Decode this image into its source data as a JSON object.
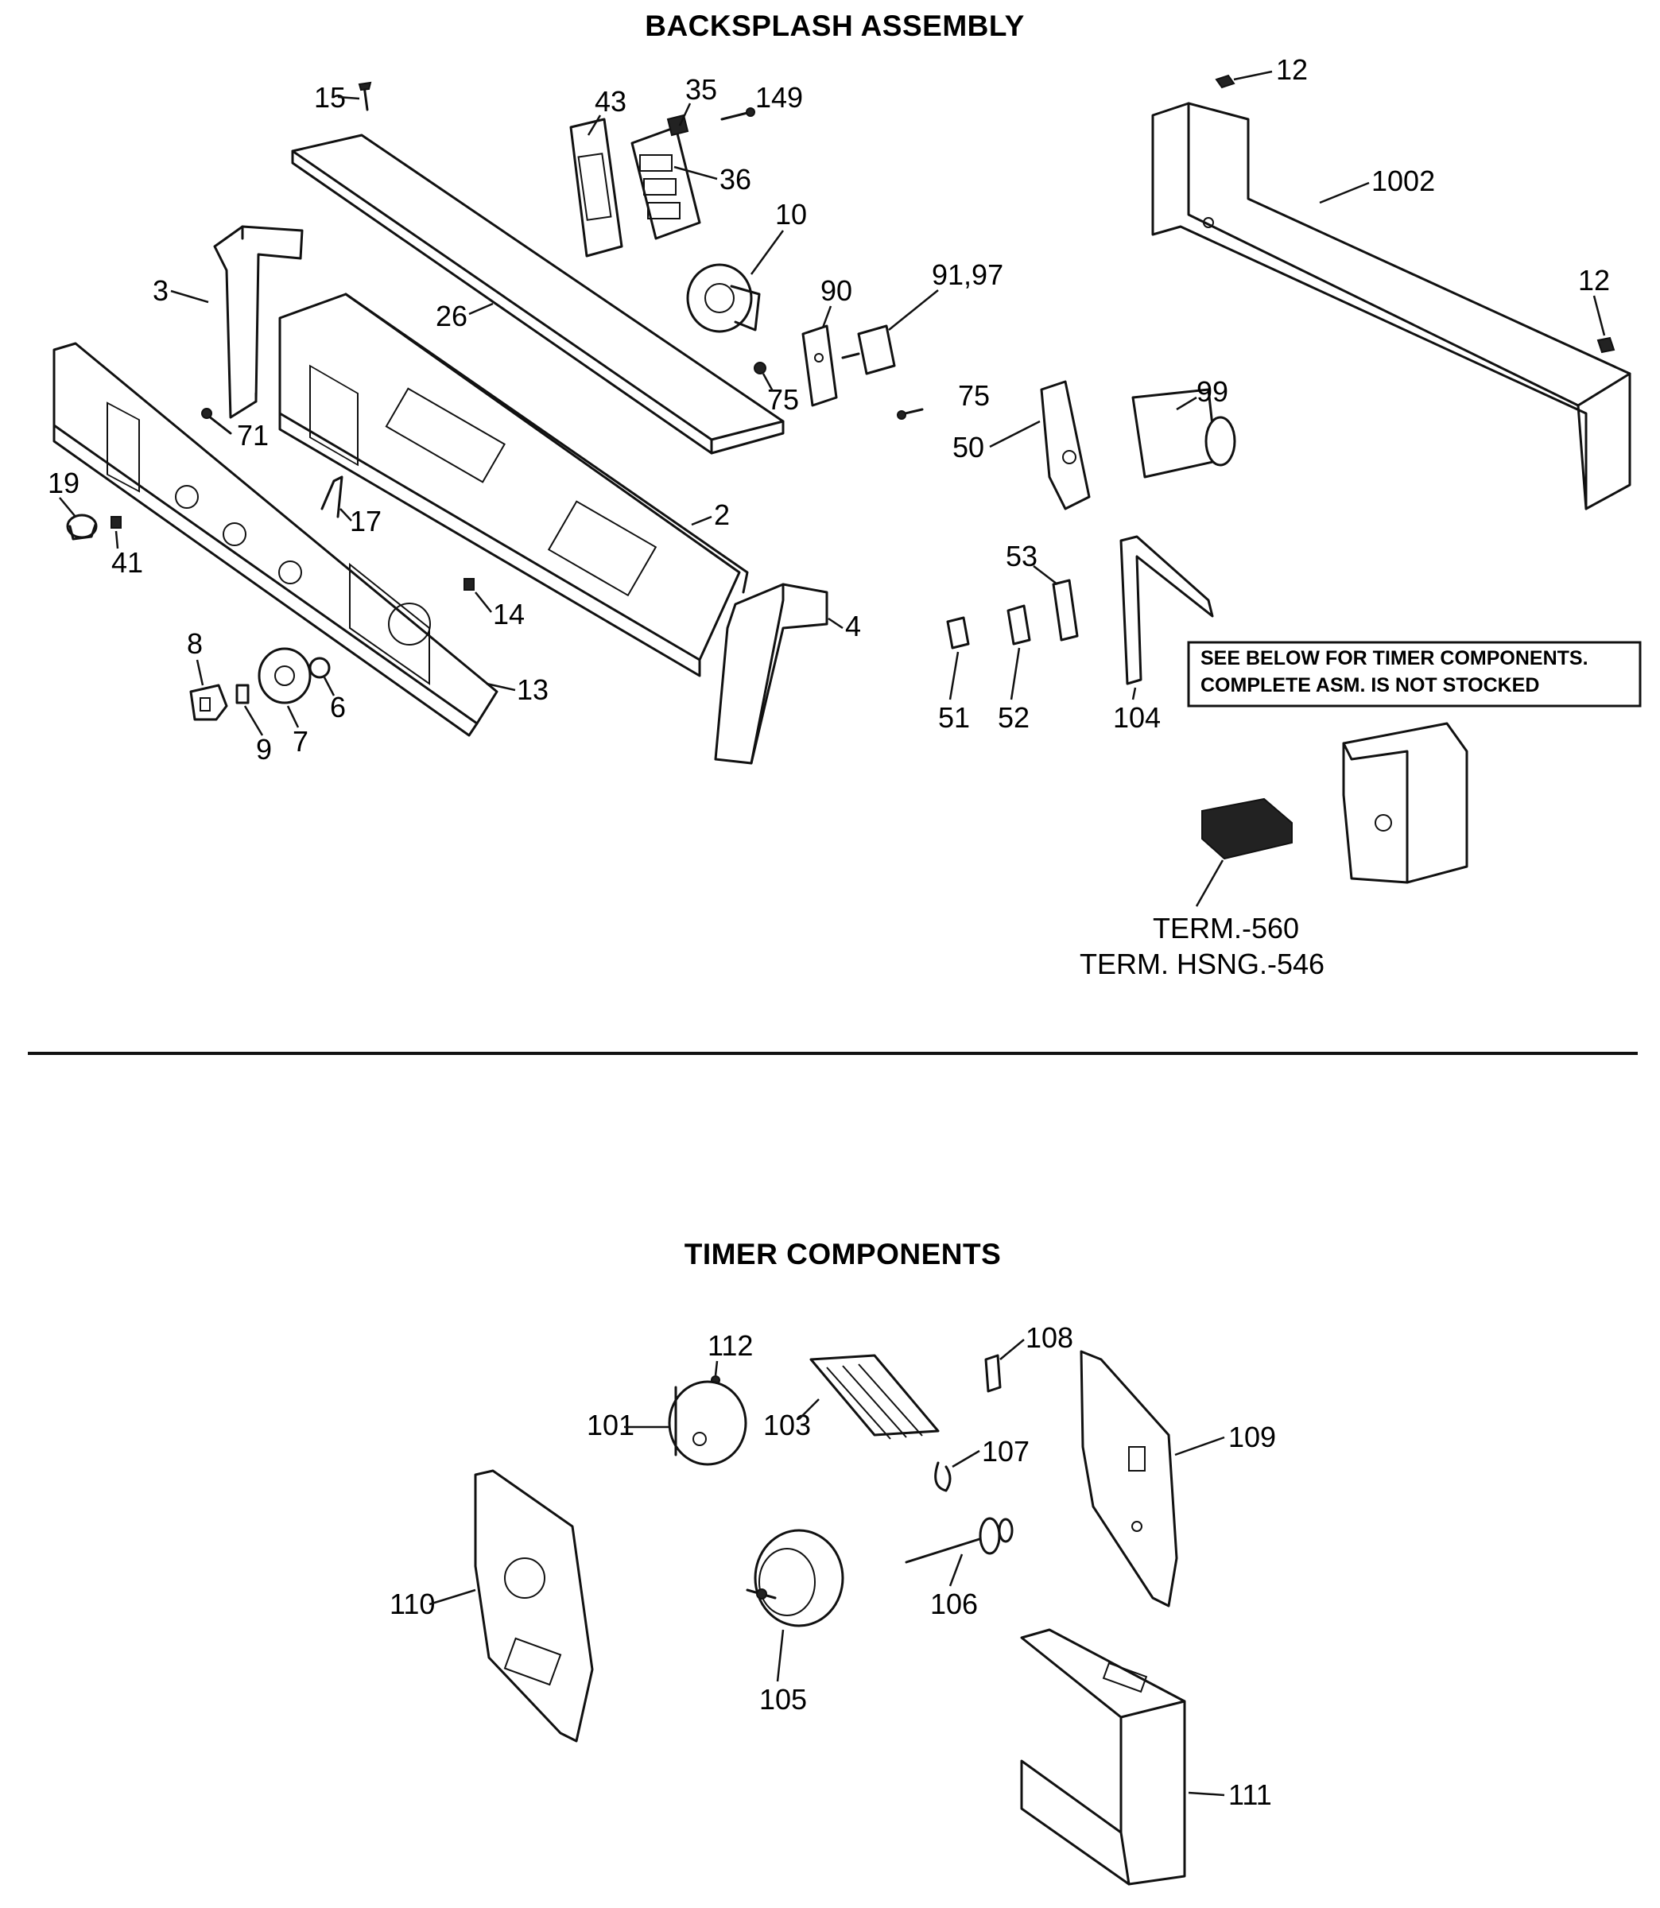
{
  "sections": {
    "backsplash_title": "BACKSPLASH ASSEMBLY",
    "timer_title": "TIMER COMPONENTS"
  },
  "note": {
    "line1": "SEE BELOW FOR TIMER COMPONENTS.",
    "line2": "COMPLETE ASM. IS NOT STOCKED"
  },
  "terminals": {
    "term": "TERM.-560",
    "housing": "TERM. HSNG.-546"
  },
  "backsplash_callouts": [
    "15",
    "43",
    "35",
    "149",
    "36",
    "12",
    "1002",
    "10",
    "3",
    "26",
    "90",
    "91,97",
    "12",
    "75",
    "75",
    "99",
    "71",
    "50",
    "19",
    "17",
    "2",
    "41",
    "14",
    "53",
    "4",
    "8",
    "6",
    "13",
    "51",
    "52",
    "104",
    "9",
    "7"
  ],
  "timer_callouts": [
    "112",
    "108",
    "101",
    "103",
    "107",
    "109",
    "110",
    "106",
    "105",
    "111"
  ]
}
